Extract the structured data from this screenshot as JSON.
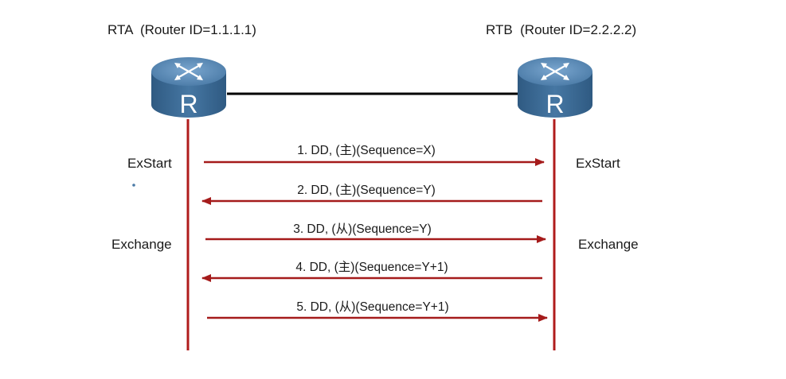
{
  "routers": {
    "left": {
      "title": "RTA  (Router ID=1.1.1.1)",
      "icon_letter": "R"
    },
    "right": {
      "title": "RTB  (Router ID=2.2.2.2)",
      "icon_letter": "R"
    }
  },
  "states": {
    "left_exstart": "ExStart",
    "left_exchange": "Exchange",
    "right_exstart": "ExStart",
    "right_exchange": "Exchange"
  },
  "messages": [
    {
      "label": "1. DD, (主)(Sequence=X)",
      "direction": "right"
    },
    {
      "label": "2. DD, (主)(Sequence=Y)",
      "direction": "left"
    },
    {
      "label": "3. DD, (从)(Sequence=Y)",
      "direction": "right"
    },
    {
      "label": "4. DD, (主)(Sequence=Y+1)",
      "direction": "left"
    },
    {
      "label": "5. DD, (从)(Sequence=Y+1)",
      "direction": "right"
    }
  ],
  "colors": {
    "lifeline": "#b01c1c",
    "arrow": "#a51b1b",
    "link": "#000000",
    "router_body": "#3c6b95",
    "router_top": "#5b8cb8"
  },
  "icons": {
    "router": "router-icon",
    "arrows": "four-arrows-icon"
  }
}
